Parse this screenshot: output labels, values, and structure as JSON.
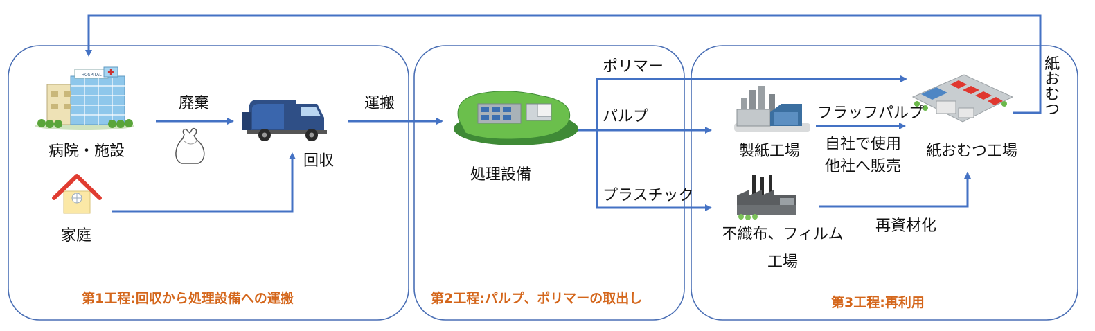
{
  "phases": [
    {
      "label": "第1工程:回収から処理設備への運搬"
    },
    {
      "label": "第2工程:パルプ、ポリマーの取出し"
    },
    {
      "label": "第3工程:再利用"
    }
  ],
  "nodes": {
    "hospital": "病院・施設",
    "home": "家庭",
    "disposal": "廃棄",
    "collection": "回収",
    "transport": "運搬",
    "facility": "処理設備",
    "paper_mill": "製紙工場",
    "nonwoven_line1": "不織布、フィルム",
    "nonwoven_line2": "工場",
    "diaper_factory": "紙おむつ工場"
  },
  "flows": {
    "polymer": "ポリマー",
    "pulp": "パルプ",
    "plastic": "プラスチック",
    "fluff_pulp": "フラッフパルプ",
    "in_house_line1": "自社で使用",
    "in_house_line2": "他社へ販売",
    "recycling": "再資材化",
    "return": "紙おむつ"
  },
  "hospital_sign": "HOSPITAL",
  "colors": {
    "arrow": "#4472c4",
    "border": "#4a6fb5",
    "phase_text": "#d4661b"
  }
}
